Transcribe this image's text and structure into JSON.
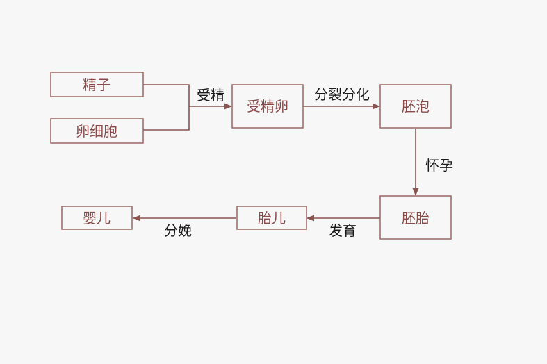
{
  "nodes": {
    "sperm": "精子",
    "egg": "卵细胞",
    "zygote": "受精卵",
    "embryo_early": "胚泡",
    "embryo": "胚胎",
    "fetus": "胎儿",
    "infant": "婴儿"
  },
  "edges": {
    "fertilization": "受精",
    "division": "分裂分化",
    "pregnancy": "怀孕",
    "development": "发育",
    "delivery": "分娩"
  },
  "colors": {
    "box_stroke": "#a0706c",
    "box_text": "#8a4a4a",
    "line": "#8a5450",
    "edge_text": "#1a1a1a",
    "background": "#f7f7f7"
  }
}
